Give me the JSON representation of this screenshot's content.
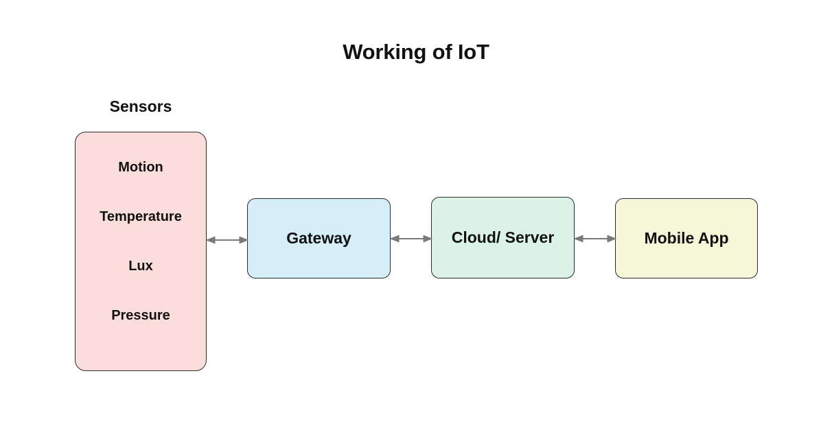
{
  "diagram": {
    "title": "Working of IoT",
    "background_color": "#ffffff",
    "sensors_group": {
      "label": "Sensors",
      "fill_color": "#fbdedb",
      "border_color": "#2b2b2b",
      "items": [
        {
          "label": "Motion"
        },
        {
          "label": "Temperature"
        },
        {
          "label": "Lux"
        },
        {
          "label": "Pressure"
        }
      ]
    },
    "nodes": [
      {
        "id": "gateway",
        "label": "Gateway",
        "fill_color": "#d5eef7"
      },
      {
        "id": "cloud",
        "label": "Cloud/ Server",
        "fill_color": "#dbf2e7"
      },
      {
        "id": "mobile",
        "label": "Mobile App",
        "fill_color": "#f6f7d9"
      }
    ],
    "connectors": [
      {
        "id": "sensors-gateway",
        "from": "sensors",
        "to": "gateway",
        "direction": "bidirectional",
        "color": "#7a7a7a"
      },
      {
        "id": "gateway-cloud",
        "from": "gateway",
        "to": "cloud",
        "direction": "bidirectional",
        "color": "#7a7a7a"
      },
      {
        "id": "cloud-mobile",
        "from": "cloud",
        "to": "mobile",
        "direction": "bidirectional",
        "color": "#7a7a7a"
      }
    ]
  }
}
